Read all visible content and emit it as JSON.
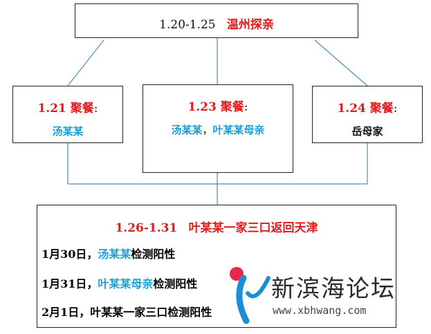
{
  "top": {
    "date": "1.20-1.25",
    "event": "温州探亲"
  },
  "gatherings": [
    {
      "date_label": "1.21 聚餐",
      "colon": ":",
      "people": [
        {
          "name": "汤某某",
          "color": "blue"
        }
      ]
    },
    {
      "date_label": "1.23 聚餐",
      "colon": ":",
      "people": [
        {
          "name": "汤某某",
          "color": "blue"
        },
        {
          "name": "，",
          "color": "black"
        },
        {
          "name": "叶某某母亲",
          "color": "blue"
        }
      ]
    },
    {
      "date_label": "1.24 聚餐",
      "colon": ":",
      "people": [
        {
          "name": "岳母家",
          "color": "black"
        }
      ]
    }
  ],
  "bottom": {
    "title_date": "1.26-1.31",
    "title_event": "叶某某一家三口返回天津",
    "rows": [
      {
        "date": "1月30日，",
        "person": "汤某某",
        "result": "检测阳性"
      },
      {
        "date": "1月31日，",
        "person": "叶某某母亲",
        "result": "检测阳性"
      },
      {
        "date": "2月1日，",
        "person": "叶某某一家三口",
        "result": "检测阳性"
      }
    ]
  },
  "watermark": {
    "name": "新滨海论坛",
    "url": "www.xbhwang.com"
  },
  "colors": {
    "red": "#e31a1c",
    "blue": "#1aa0d4",
    "line": "#4a8cc7"
  }
}
